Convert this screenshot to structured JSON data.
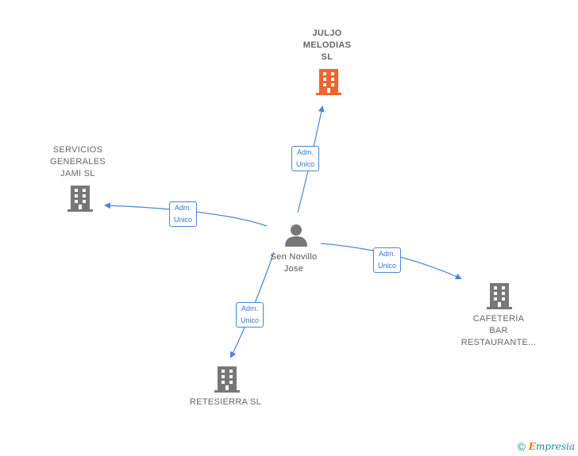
{
  "center": {
    "label_lines": [
      "Sen Novillo",
      "Jose"
    ]
  },
  "companies": [
    {
      "key": "juljo",
      "label_lines": [
        "JULJO",
        "MELODIAS",
        "SL"
      ],
      "highlight": true,
      "edge_label": [
        "Adm.",
        "Unico"
      ]
    },
    {
      "key": "servicios",
      "label_lines": [
        "SERVICIOS",
        "GENERALES",
        "JAMI  SL"
      ],
      "highlight": false,
      "edge_label": [
        "Adm.",
        "Unico"
      ]
    },
    {
      "key": "cafeteria",
      "label_lines": [
        "CAFETERIA",
        "BAR",
        "RESTAURANTE..."
      ],
      "highlight": false,
      "edge_label": [
        "Adm.",
        "Unico"
      ]
    },
    {
      "key": "retesierra",
      "label_lines": [
        "RETESIERRA SL"
      ],
      "highlight": false,
      "edge_label": [
        "Adm.",
        "Unico"
      ]
    }
  ],
  "colors": {
    "edge": "#4a86d4",
    "building": "#777777",
    "building_highlight": "#f0642d",
    "person": "#777777"
  },
  "footer": {
    "copyright": "©",
    "brand_initial": "E",
    "brand_rest": "mpresia"
  }
}
